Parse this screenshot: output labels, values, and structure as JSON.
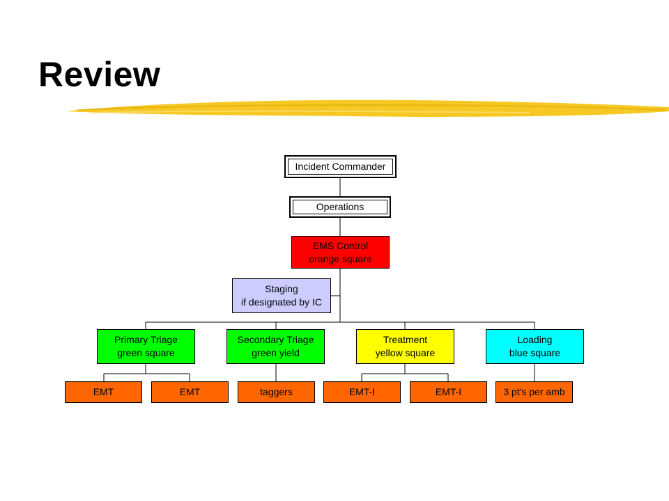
{
  "slide": {
    "title": "Review"
  },
  "colors": {
    "ems_control": "#ff0000",
    "staging": "#ccccff",
    "triage": "#00ff00",
    "treatment": "#ffff00",
    "loading": "#00ffff",
    "unit": "#ff6600",
    "brush_stroke": "#f5c518"
  },
  "org_chart": {
    "incident_commander": "Incident Commander",
    "operations": "Operations",
    "ems_control": {
      "line1": "EMS Control",
      "line2": "orange square"
    },
    "staging": {
      "line1": "Staging",
      "line2": "if designated by IC"
    },
    "primary_triage": {
      "line1": "Primary Triage",
      "line2": "green square"
    },
    "secondary_triage": {
      "line1": "Secondary Triage",
      "line2": "green yield"
    },
    "treatment": {
      "line1": "Treatment",
      "line2": "yellow square"
    },
    "loading": {
      "line1": "Loading",
      "line2": "blue square"
    },
    "units": [
      "EMT",
      "EMT",
      "taggers",
      "EMT-I",
      "EMT-I",
      "3 pt's per amb"
    ]
  }
}
